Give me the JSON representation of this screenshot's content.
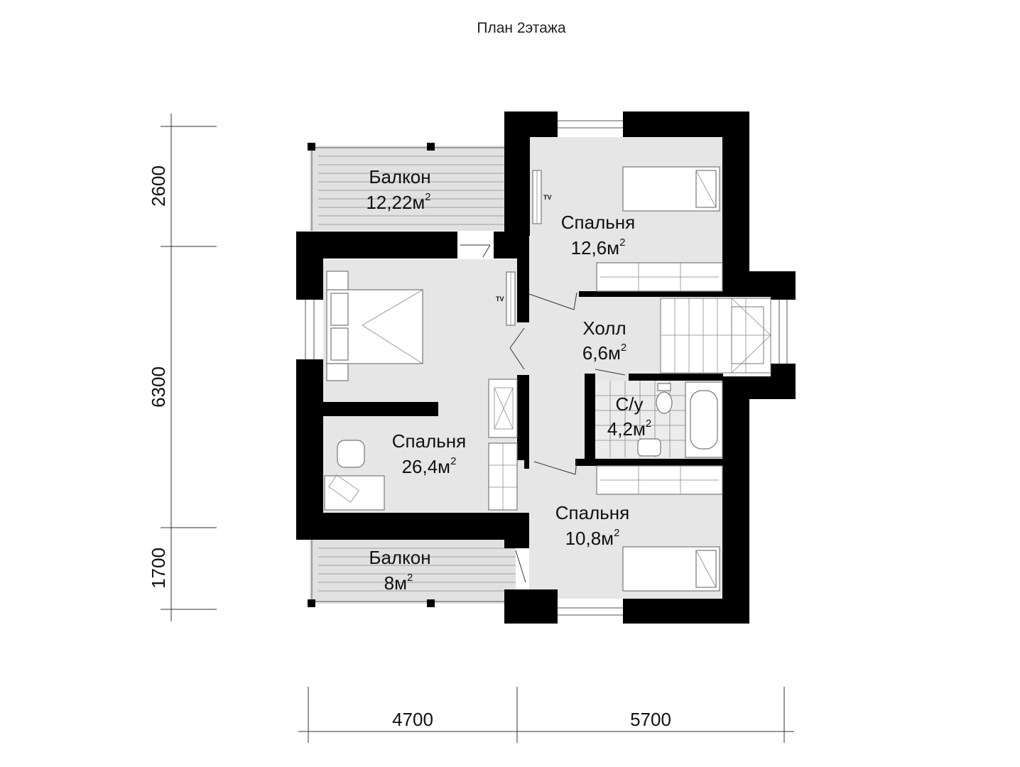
{
  "title": "План 2этажа",
  "rooms": [
    {
      "name": "Балкон",
      "area": "12,22м",
      "exp": "2"
    },
    {
      "name": "Спальня",
      "area": "12,6м",
      "exp": "2"
    },
    {
      "name": "Холл",
      "area": "6,6м",
      "exp": "2"
    },
    {
      "name": "С/у",
      "area": "4,2м",
      "exp": "2"
    },
    {
      "name": "Спальня",
      "area": "26,4м",
      "exp": "2"
    },
    {
      "name": "Спальня",
      "area": "10,8м",
      "exp": "2"
    },
    {
      "name": "Балкон",
      "area": "8м",
      "exp": "2"
    }
  ],
  "dimensions": {
    "vertical": [
      "2600",
      "6300",
      "1700"
    ],
    "horizontal": [
      "4700",
      "5700"
    ]
  },
  "tv_labels": [
    "TV",
    "TV"
  ]
}
